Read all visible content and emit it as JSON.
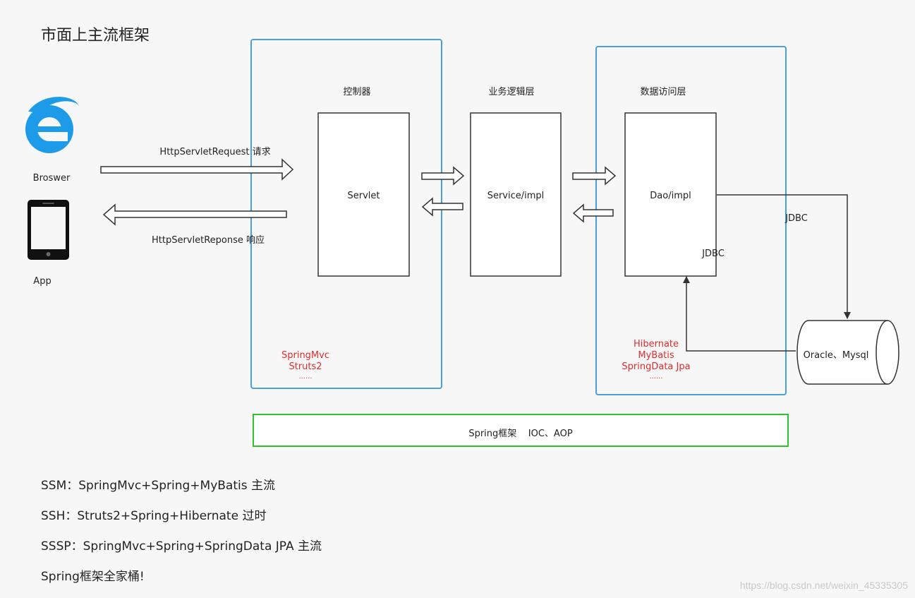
{
  "title": "市面上主流框架",
  "clients": {
    "browser_label": "Broswer",
    "app_label": "App"
  },
  "layers": {
    "controller": {
      "header": "控制器",
      "box": "Servlet",
      "frameworks": [
        "SpringMvc",
        "Struts2",
        "......"
      ]
    },
    "service": {
      "header": "业务逻辑层",
      "box": "Service/impl"
    },
    "dao": {
      "header": "数据访问层",
      "box": "Dao/impl",
      "jdbc_inner": "JDBC",
      "frameworks": [
        "Hibernate",
        "MyBatis",
        "SpringData Jpa",
        "......"
      ]
    }
  },
  "http": {
    "request": "HttpServletRequest 请求",
    "response": "HttpServletReponse 响应"
  },
  "database": {
    "label": "Oracle、Mysql",
    "jdbc_label": "JDBC"
  },
  "spring_bar": "Spring框架    IOC、AOP",
  "notes": [
    "SSM：SpringMvc+Spring+MyBatis 主流",
    "SSH：Struts2+Spring+Hibernate 过时",
    "SSSP：SpringMvc+Spring+SpringData JPA 主流",
    "Spring框架全家桶!"
  ],
  "watermark": "https://blog.csdn.net/weixin_45335305",
  "colors": {
    "blue_border": "#4a9fe0",
    "green_border": "#2ec42e",
    "red_text": "#e52b2b",
    "ie_blue": "#1e9be8"
  }
}
